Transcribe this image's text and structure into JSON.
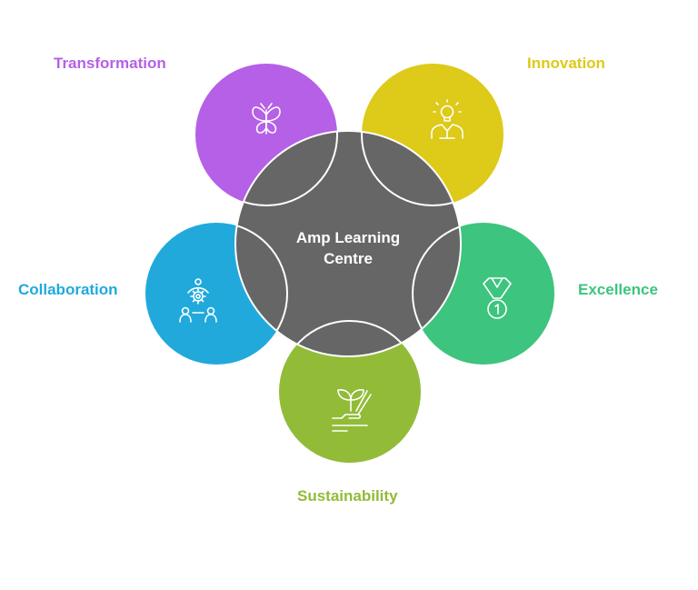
{
  "center": {
    "title_line1": "Amp Learning",
    "title_line2": "Centre",
    "color": "#666666"
  },
  "nodes": [
    {
      "label": "Transformation",
      "icon": "butterfly-icon",
      "color": "#B560E6"
    },
    {
      "label": "Innovation",
      "icon": "lightbulb-person-icon",
      "color": "#DDCA19"
    },
    {
      "label": "Collaboration",
      "icon": "team-gear-icon",
      "color": "#21A9DC"
    },
    {
      "label": "Excellence",
      "icon": "medal-icon",
      "color": "#3DC47E"
    },
    {
      "label": "Sustainability",
      "icon": "hand-sprout-icon",
      "color": "#92BB38"
    }
  ]
}
